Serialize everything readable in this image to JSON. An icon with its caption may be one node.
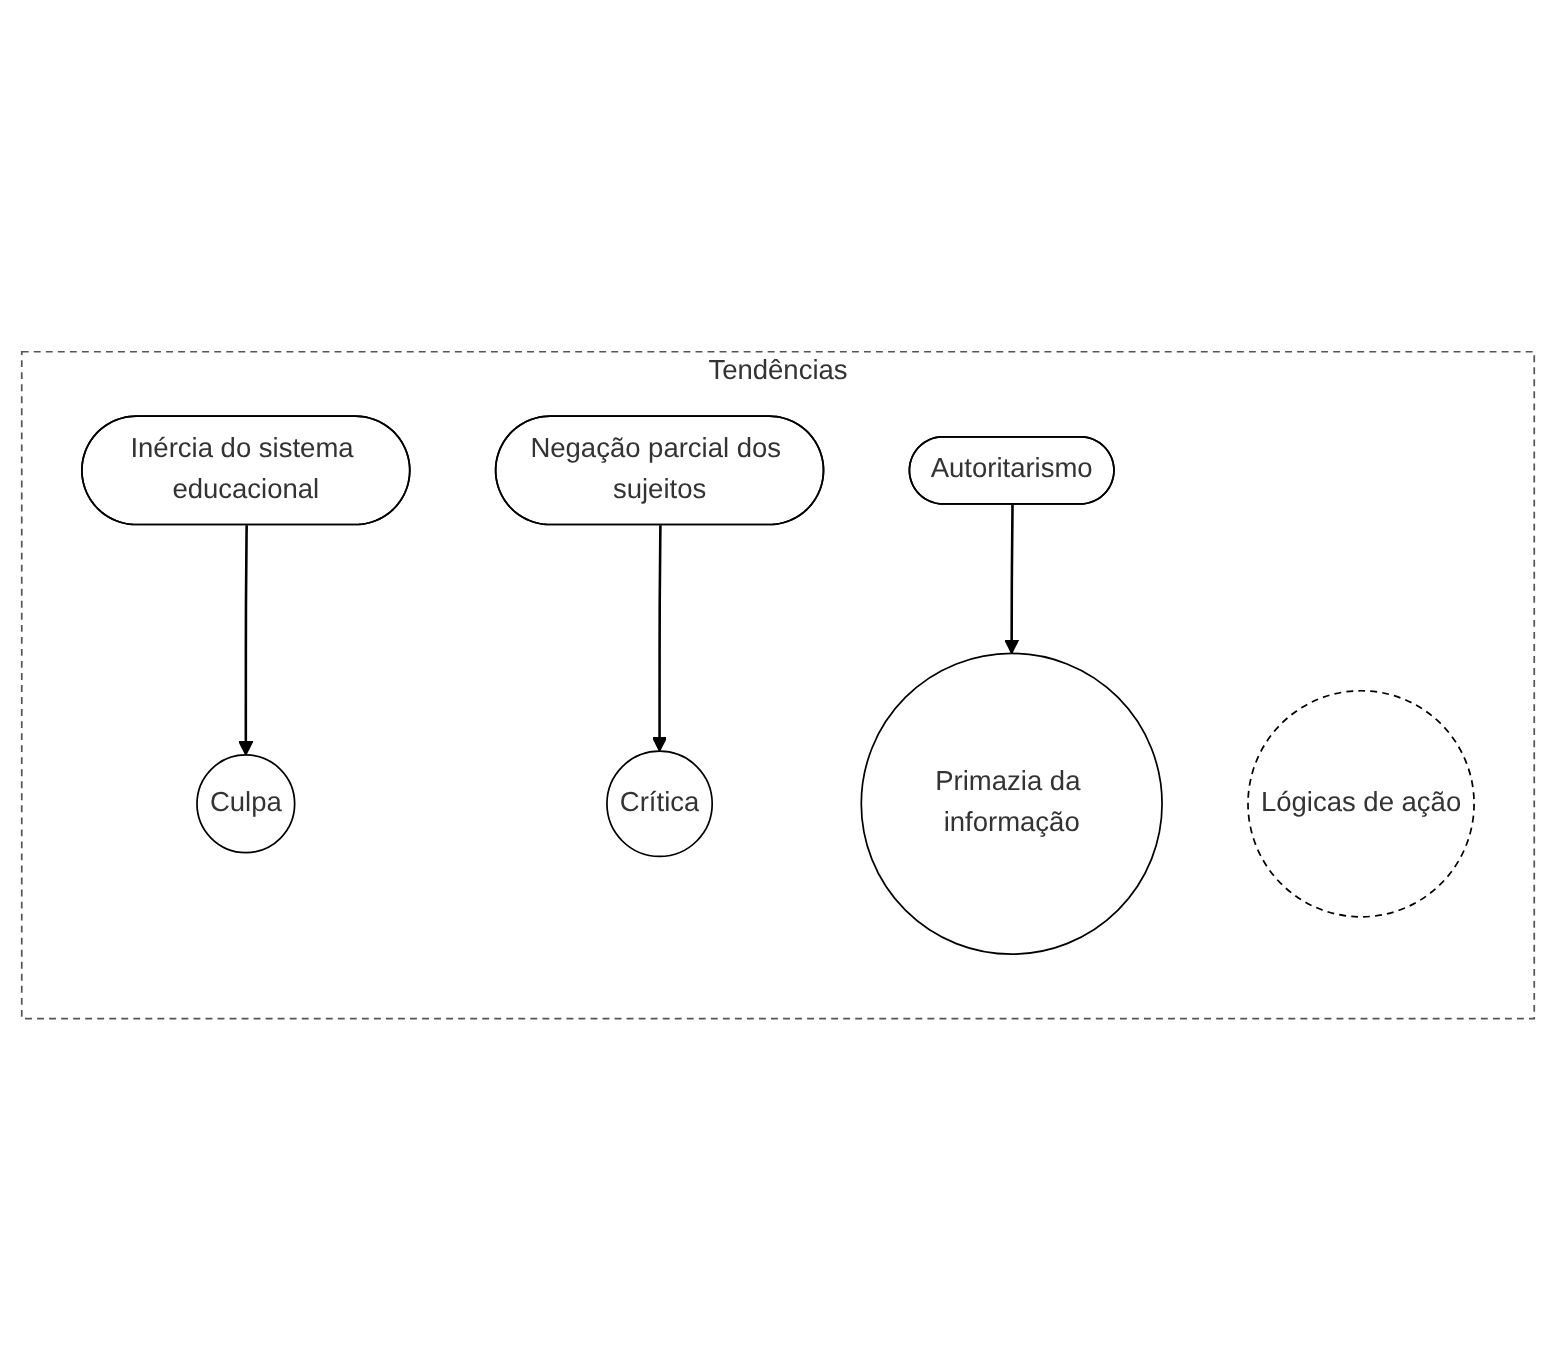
{
  "diagram": {
    "nodes": [
      {
        "text": [
          "Tendências"
        ]
      },
      {
        "text": [
          "Inércia do sistema educacional"
        ],
        "in": 0
      },
      {
        "text": [
          "Negação parcial dos sujeitos"
        ],
        "in": 0
      },
      {
        "text": [
          "Lógicas de ação"
        ],
        "in": 0
      },
      {
        "text": [
          "Culpa"
        ],
        "in": 0
      },
      {
        "text": [
          "Crítica"
        ],
        "in": 0
      },
      {
        "text": [
          "Primazia da informação"
        ],
        "in": 0
      },
      {
        "text": [
          "Autoritarismo"
        ],
        "in": 0
      }
    ],
    "edges": [
      {
        "from": 1,
        "to": 4,
        "arrow": "to"
      },
      {
        "from": 2,
        "to": 5,
        "arrow": "to"
      },
      {
        "from": 7,
        "to": 6,
        "arrow": "to"
      }
    ]
  }
}
